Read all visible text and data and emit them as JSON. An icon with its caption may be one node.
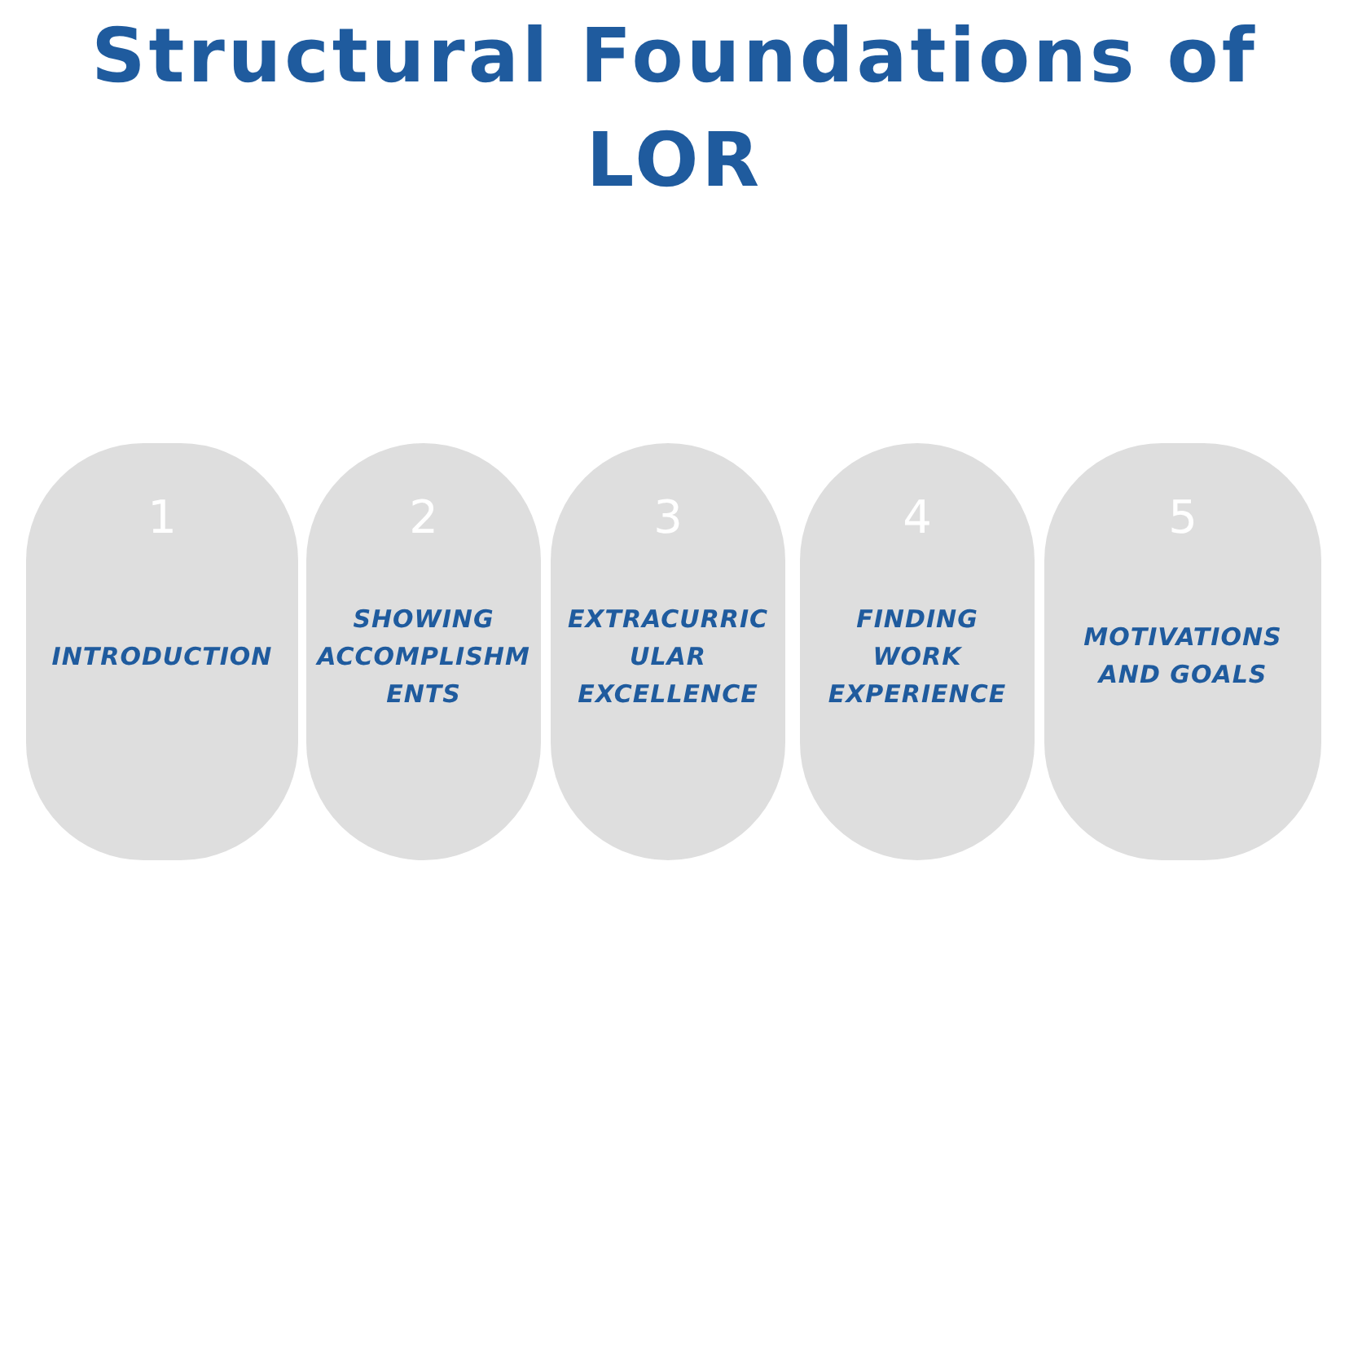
{
  "diagram": {
    "title": "Structural Foundations of LOR",
    "nodes": [
      {
        "text": [
          "1",
          "INTRODUCTION"
        ]
      },
      {
        "text": [
          "2",
          "SHOWING ACCOMPLISHMENTS"
        ]
      },
      {
        "text": [
          "3",
          "EXTRACURRICULAR EXCELLENCE"
        ]
      },
      {
        "text": [
          "4",
          "FINDING WORK EXPERIENCE"
        ]
      },
      {
        "text": [
          "5",
          "MOTIVATIONS AND GOALS"
        ]
      }
    ]
  }
}
